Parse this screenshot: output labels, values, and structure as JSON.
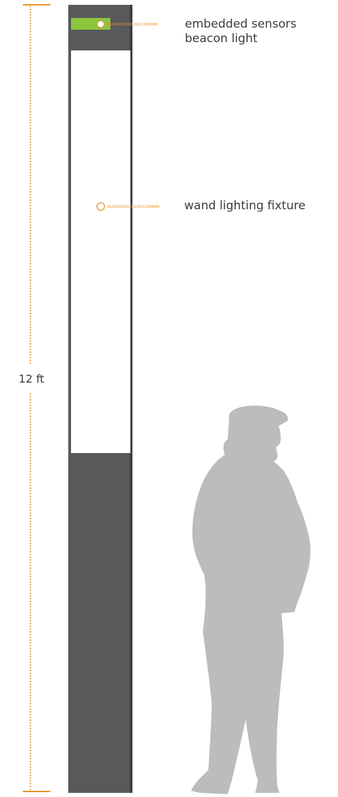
{
  "dimension": {
    "label": "12 ft"
  },
  "callouts": [
    {
      "id": "beacon",
      "lines": [
        "embedded sensors",
        "beacon light"
      ],
      "binary": "0110010010100100111000000"
    },
    {
      "id": "wand",
      "lines": [
        "wand lighting fixture"
      ],
      "binary": "0110010010100100111000000"
    }
  ],
  "colors": {
    "accent": "#e8922a",
    "pole": "#58595b",
    "pole_edge": "#3e3f41",
    "beacon": "#8cc63f",
    "silhouette": "#bcbcbc",
    "text": "#3a3a3a"
  }
}
